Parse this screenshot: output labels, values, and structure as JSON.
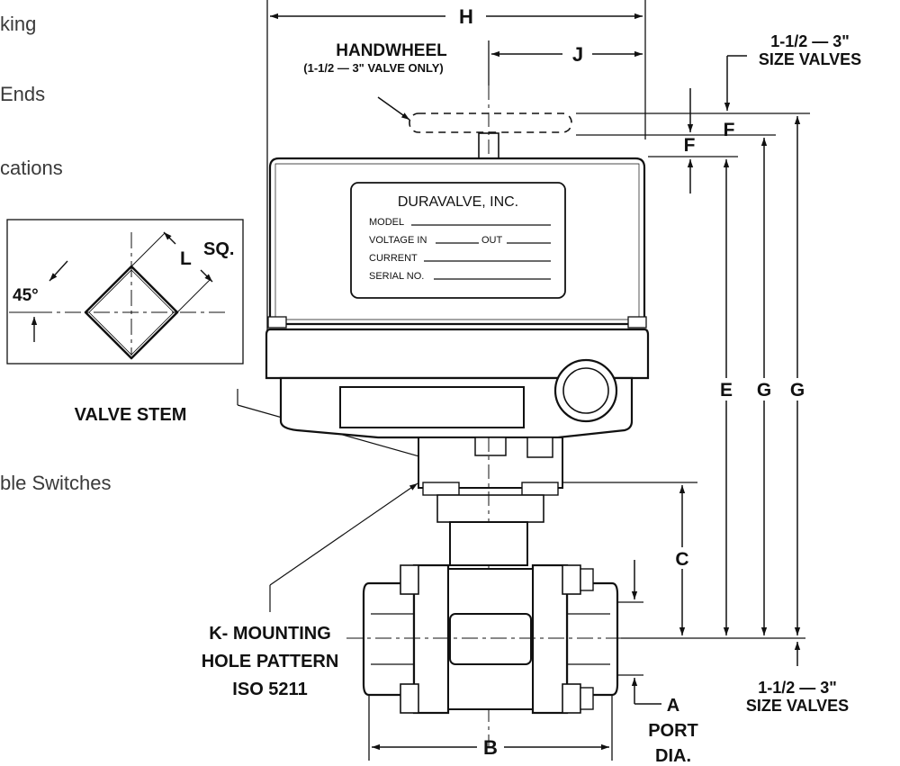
{
  "side_text": {
    "line1": "king",
    "line2": "Ends",
    "line3": "cations",
    "line4": "ble Switches"
  },
  "dimensions": {
    "H": "H",
    "J": "J",
    "F_right": "F",
    "F_left": "F",
    "E": "E",
    "G_inner": "G",
    "G_outer": "G",
    "C": "C",
    "B": "B",
    "L": "L",
    "SQ": "SQ.",
    "angle": "45°"
  },
  "callouts": {
    "handwheel_title": "HANDWHEEL",
    "handwheel_note": "(1-1/2 — 3\" VALVE ONLY)",
    "size_top_1": "1-1/2 — 3\"",
    "size_top_2": "SIZE VALVES",
    "size_bottom_1": "1-1/2 — 3\"",
    "size_bottom_2": "SIZE VALVES",
    "valve_stem": "VALVE STEM",
    "mounting_1": "K- MOUNTING",
    "mounting_2": "HOLE PATTERN",
    "mounting_3": "ISO 5211",
    "port_1": "A",
    "port_2": "PORT",
    "port_3": "DIA."
  },
  "nameplate": {
    "company": "DURAVALVE, INC.",
    "model": "MODEL",
    "voltage_in": "VOLTAGE IN",
    "out": "OUT",
    "current": "CURRENT",
    "serial": "SERIAL NO."
  }
}
